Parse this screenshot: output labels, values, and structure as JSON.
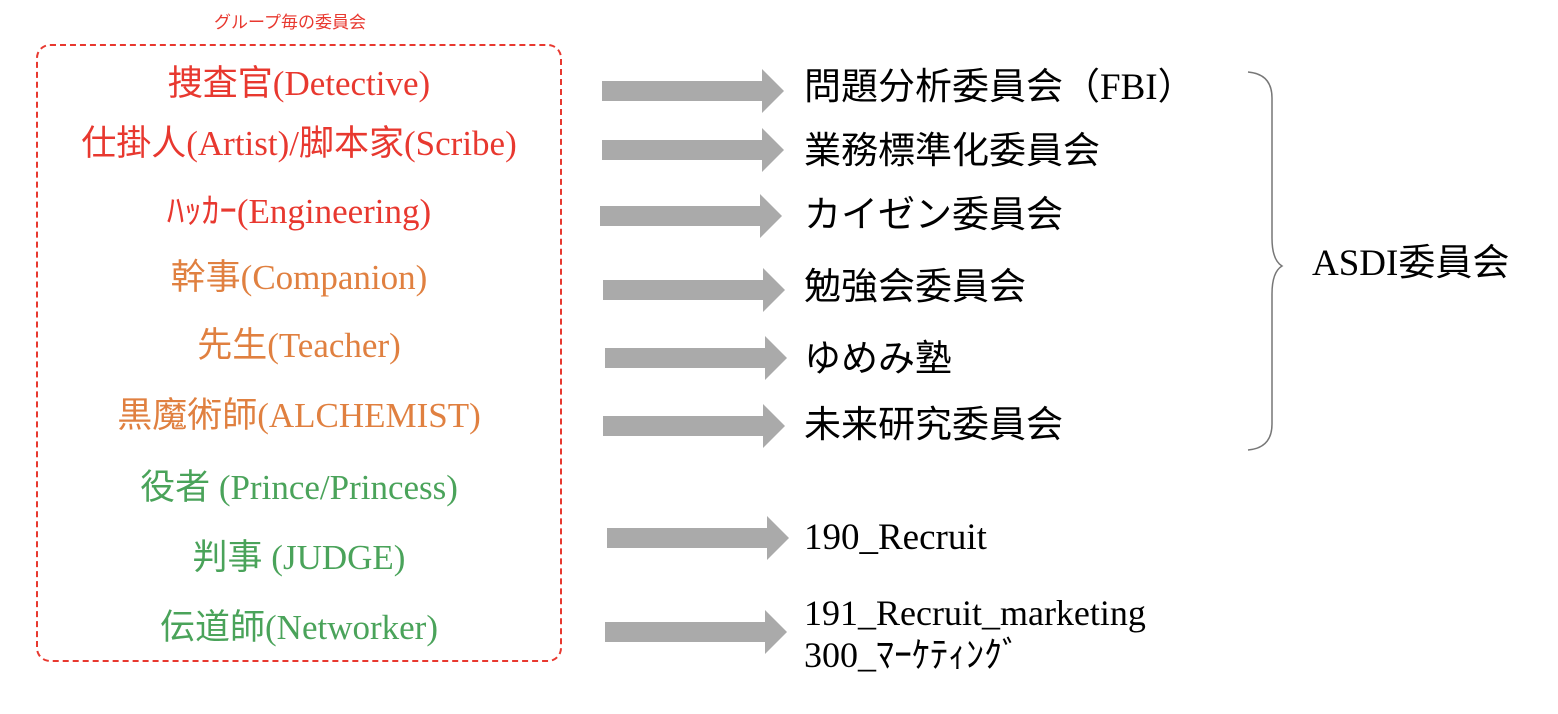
{
  "colors": {
    "red": "#e8382f",
    "orange": "#e08040",
    "green": "#4aa35a",
    "arrow_gray": "#aaaaaa",
    "text": "#000000",
    "brace": "#777777"
  },
  "group": {
    "caption": "グループ毎の委員会",
    "roles": [
      {
        "label": "捜査官(Detective)",
        "color_group": "red"
      },
      {
        "label": "仕掛人(Artist)/脚本家(Scribe)",
        "color_group": "red"
      },
      {
        "label": "ﾊｯｶｰ(Engineering)",
        "color_group": "red"
      },
      {
        "label": "幹事(Companion)",
        "color_group": "orange"
      },
      {
        "label": "先生(Teacher)",
        "color_group": "orange"
      },
      {
        "label": "黒魔術師(ALCHEMIST)",
        "color_group": "orange"
      },
      {
        "label": "役者 (Prince/Princess)",
        "color_group": "green"
      },
      {
        "label": "判事 (JUDGE)",
        "color_group": "green"
      },
      {
        "label": "伝道師(Networker)",
        "color_group": "green"
      }
    ]
  },
  "committees": [
    {
      "label": "問題分析委員会（FBI）"
    },
    {
      "label": "業務標準化委員会"
    },
    {
      "label": "カイゼン委員会"
    },
    {
      "label": "勉強会委員会"
    },
    {
      "label": "ゆめみ塾"
    },
    {
      "label": "未来研究委員会"
    },
    {
      "label": "190_Recruit"
    },
    {
      "label": "191_Recruit_marketing"
    },
    {
      "label": "300_ﾏｰｹﾃｨﾝｸﾞ"
    }
  ],
  "brace_group": {
    "label": "ASDI委員会"
  },
  "arrows": [
    {
      "from": "捜査官(Detective)",
      "to": "問題分析委員会（FBI）"
    },
    {
      "from": "仕掛人(Artist)/脚本家(Scribe)",
      "to": "業務標準化委員会"
    },
    {
      "from": "ﾊｯｶｰ(Engineering)",
      "to": "カイゼン委員会"
    },
    {
      "from": "幹事(Companion)",
      "to": "勉強会委員会"
    },
    {
      "from": "先生(Teacher)",
      "to": "ゆめみ塾"
    },
    {
      "from": "黒魔術師(ALCHEMIST)",
      "to": "未来研究委員会"
    },
    {
      "from": "判事 (JUDGE)",
      "to": "190_Recruit"
    },
    {
      "from": "伝道師(Networker)",
      "to": "191_Recruit_marketing / 300_ﾏｰｹﾃｨﾝｸﾞ"
    }
  ]
}
